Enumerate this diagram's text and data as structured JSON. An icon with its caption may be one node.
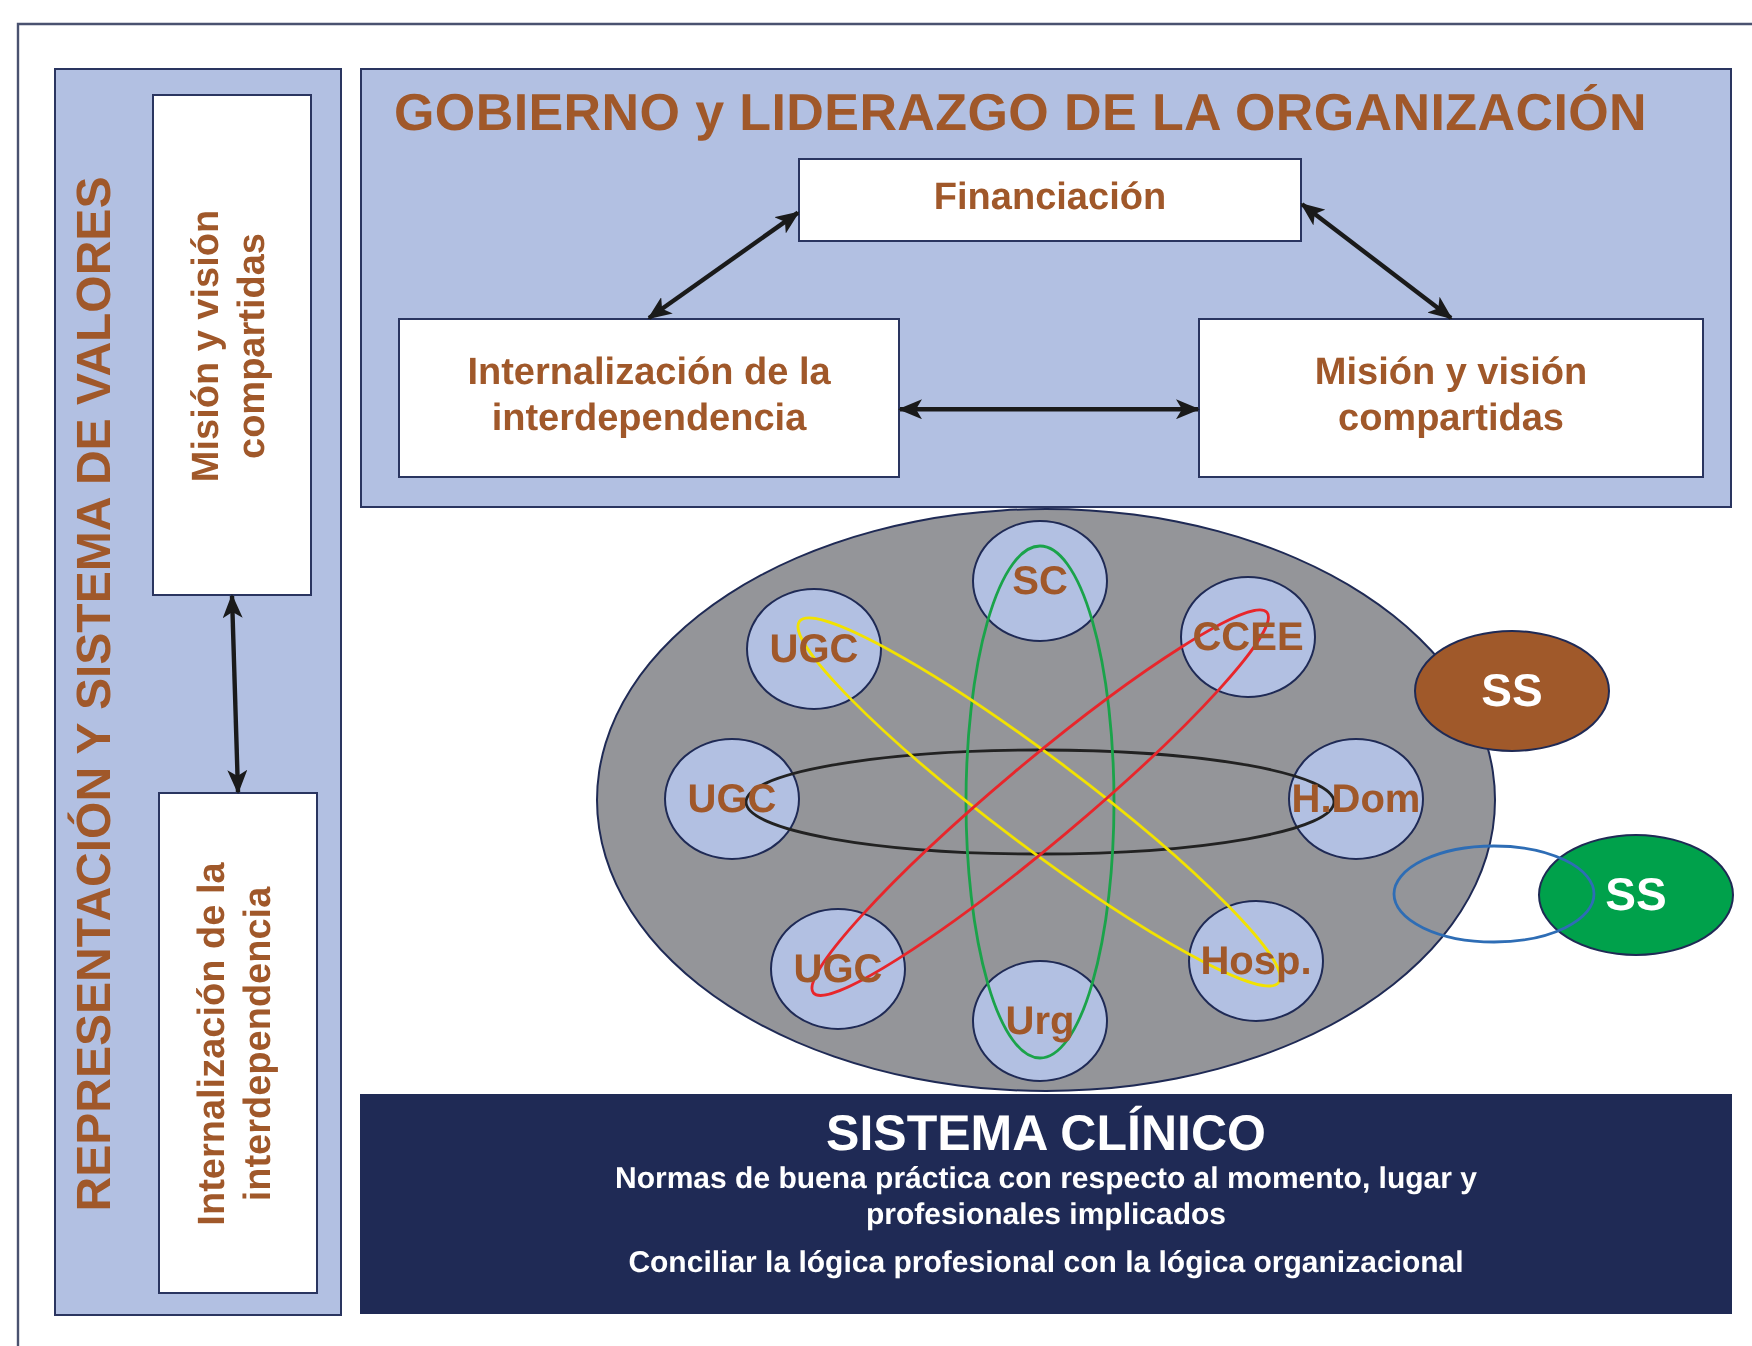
{
  "diagram": {
    "nodes": [
      {
        "text": [
          "REPRESENTACIÓN Y SISTEMA DE VALORES"
        ]
      },
      {
        "text": [
          "Misión y visión compartidas"
        ],
        "in": 0
      },
      {
        "text": [
          "Internalización de la interdependencia"
        ],
        "in": 0
      },
      {
        "text": [
          "GOBIERNO y LIDERAZGO DE LA ORGANIZACIÓN"
        ]
      },
      {
        "text": [
          "Financiación"
        ],
        "in": 3
      },
      {
        "text": [
          "Internalización de la interdependencia"
        ],
        "in": 3
      },
      {
        "text": [
          "Misión y visión compartidas"
        ],
        "in": 3
      },
      {
        "text": [],
        "shape": "ellipse"
      },
      {
        "text": [
          "SC"
        ],
        "in": 7
      },
      {
        "text": [
          "UGC"
        ],
        "in": 7
      },
      {
        "text": [
          "CCEE"
        ],
        "in": 7
      },
      {
        "text": [
          "UGC"
        ],
        "in": 7
      },
      {
        "text": [
          "H.Dom"
        ],
        "in": 7
      },
      {
        "text": [
          "UGC"
        ],
        "in": 7
      },
      {
        "text": [
          "Hosp."
        ],
        "in": 7
      },
      {
        "text": [
          "Urg"
        ],
        "in": 7
      },
      {
        "text": [
          "SS"
        ]
      },
      {
        "text": [
          "SS"
        ]
      },
      {
        "text": [
          "SISTEMA CLÍNICO",
          "Normas de buena práctica con respecto al momento, lugar y profesionales implicados",
          "Conciliar la lógica profesional con la lógica organizacional"
        ]
      },
      {
        "text": [],
        "shape": "ellipse",
        "in": 7
      },
      {
        "text": [],
        "shape": "ellipse",
        "in": 7
      },
      {
        "text": [],
        "shape": "ellipse",
        "in": 7
      },
      {
        "text": [],
        "shape": "ellipse",
        "in": 7
      },
      {
        "text": [],
        "shape": "ellipse"
      }
    ],
    "edges": [
      {
        "from": 4,
        "to": 5,
        "arrow": "both"
      },
      {
        "from": 4,
        "to": 6,
        "arrow": "both"
      },
      {
        "from": 5,
        "to": 6,
        "arrow": "both"
      },
      {
        "from": 1,
        "to": 2,
        "arrow": "both"
      }
    ]
  }
}
